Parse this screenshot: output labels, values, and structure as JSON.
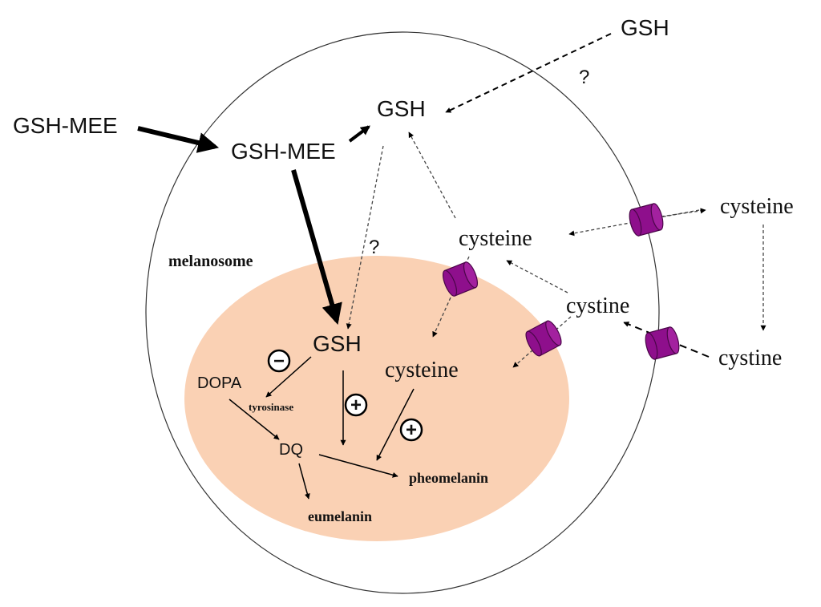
{
  "labels": {
    "gsh_outside": "GSH",
    "question_top": "?",
    "gsh_mee_outside": "GSH-MEE",
    "gsh_mee_inside": "GSH-MEE",
    "gsh_cytosol": "GSH",
    "question_mid": "?",
    "melanosome": "melanosome",
    "cysteine_cytosol": "cysteine",
    "cysteine_outside": "cysteine",
    "cystine_cytosol": "cystine",
    "cystine_outside": "cystine",
    "gsh_melanosome": "GSH",
    "minus_sign": "−",
    "plus_sign_1": "+",
    "plus_sign_2": "+",
    "dopa": "DOPA",
    "tyrosinase": "tyrosinase",
    "cysteine_melanosome": "cysteine",
    "dq": "DQ",
    "pheomelanin": "pheomelanin",
    "eumelanin": "eumelanin"
  },
  "colors": {
    "melanosome_fill": "#FAD1B4",
    "transporter_fill": "#8E0F8C",
    "transporter_stroke": "#4A0648",
    "line": "#000000"
  }
}
